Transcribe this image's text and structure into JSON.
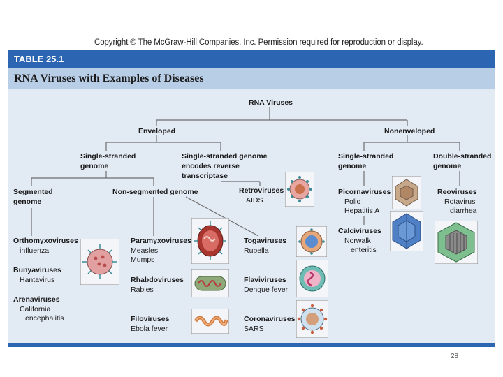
{
  "copyright": "Copyright © The McGraw-Hill Companies, Inc. Permission required for reproduction or display.",
  "table_label": "TABLE 25.1",
  "table_title": "RNA Viruses with Examples of Diseases",
  "page_number": "28",
  "tree": {
    "root": "RNA Viruses",
    "enveloped": "Enveloped",
    "nonenveloped": "Nonenveloped",
    "ss_genome_line1": "Single-stranded",
    "ss_genome_line2": "genome",
    "ss_rt_line1": "Single-stranded genome",
    "ss_rt_line2": "encodes reverse",
    "ss_rt_line3": "transcriptase",
    "nonenv_ss_line1": "Single-stranded",
    "nonenv_ss_line2": "genome",
    "ds_line1": "Double-stranded",
    "ds_line2": "genome",
    "segmented_line1": "Segmented",
    "segmented_line2": "genome",
    "nonsegmented": "Non-segmented genome"
  },
  "families": {
    "retro": {
      "name": "Retroviruses",
      "ex1": "AIDS"
    },
    "picorna": {
      "name": "Picornaviruses",
      "ex1": "Polio",
      "ex2": "Hepatitis A"
    },
    "reo": {
      "name": "Reoviruses",
      "ex1": "Rotavirus",
      "ex2": "diarrhea"
    },
    "calici": {
      "name": "Calciviruses",
      "ex1": "Norwalk",
      "ex2": "enteritis"
    },
    "orthomyxo": {
      "name": "Orthomyxoviruses",
      "ex1": "influenza"
    },
    "bunya": {
      "name": "Bunyaviruses",
      "ex1": "Hantavirus"
    },
    "arena": {
      "name": "Arenaviruses",
      "ex1": "California",
      "ex2": "encephalitis"
    },
    "paramyxo": {
      "name": "Paramyxoviruses",
      "ex1": "Measles",
      "ex2": "Mumps"
    },
    "rhabdo": {
      "name": "Rhabdoviruses",
      "ex1": "Rabies"
    },
    "filo": {
      "name": "Filoviruses",
      "ex1": "Ebola fever"
    },
    "toga": {
      "name": "Togaviruses",
      "ex1": "Rubella"
    },
    "flavi": {
      "name": "Flaviviruses",
      "ex1": "Dengue fever"
    },
    "corona": {
      "name": "Coronaviruses",
      "ex1": "SARS"
    }
  }
}
